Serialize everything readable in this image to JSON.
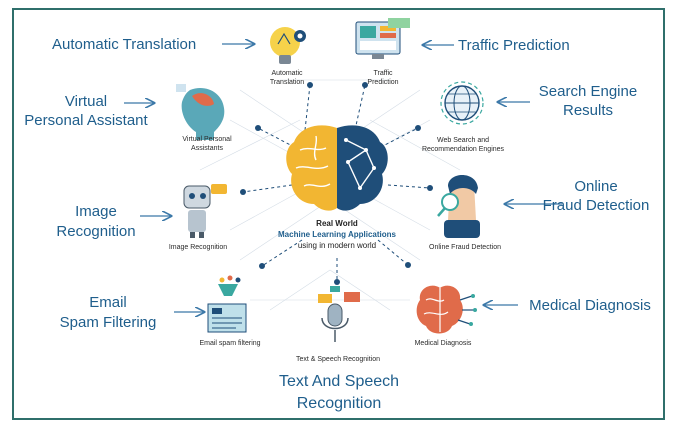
{
  "center": {
    "line1": "Real World",
    "line2": "Machine Learning Applications",
    "line3": "using in modern world"
  },
  "labels": {
    "automatic_translation": "Automatic Translation",
    "traffic_prediction": "Traffic Prediction",
    "virtual_assistant_1": "Virtual",
    "virtual_assistant_2": "Personal Assistant",
    "search_engine_1": "Search Engine",
    "search_engine_2": "Results",
    "image_recognition_1": "Image",
    "image_recognition_2": "Recognition",
    "online_fraud_1": "Online",
    "online_fraud_2": "Fraud Detection",
    "email_spam_1": "Email",
    "email_spam_2": "Spam Filtering",
    "medical_diagnosis": "Medical Diagnosis",
    "text_speech_1": "Text And Speech",
    "text_speech_2": "Recognition"
  },
  "captions": {
    "automatic_translation_1": "Automatic",
    "automatic_translation_2": "Translation",
    "traffic_prediction_1": "Traffic",
    "traffic_prediction_2": "Prediction",
    "virtual_assistants_1": "Virtual Personal",
    "virtual_assistants_2": "Assistants",
    "web_search_1": "Web Search and",
    "web_search_2": "Recommendation Engines",
    "image_recognition": "Image Recognition",
    "online_fraud": "Online Fraud Detection",
    "email_spam": "Email spam filtering",
    "text_speech": "Text & Speech Recognition",
    "medical_diagnosis": "Medical Diagnosis"
  },
  "colors": {
    "frame": "#2f6f6b",
    "label_text": "#1f5e8c",
    "arrow": "#3b78a8",
    "brain_left": "#f2b632",
    "brain_right": "#1f4e79",
    "node": "#1f4e79"
  }
}
